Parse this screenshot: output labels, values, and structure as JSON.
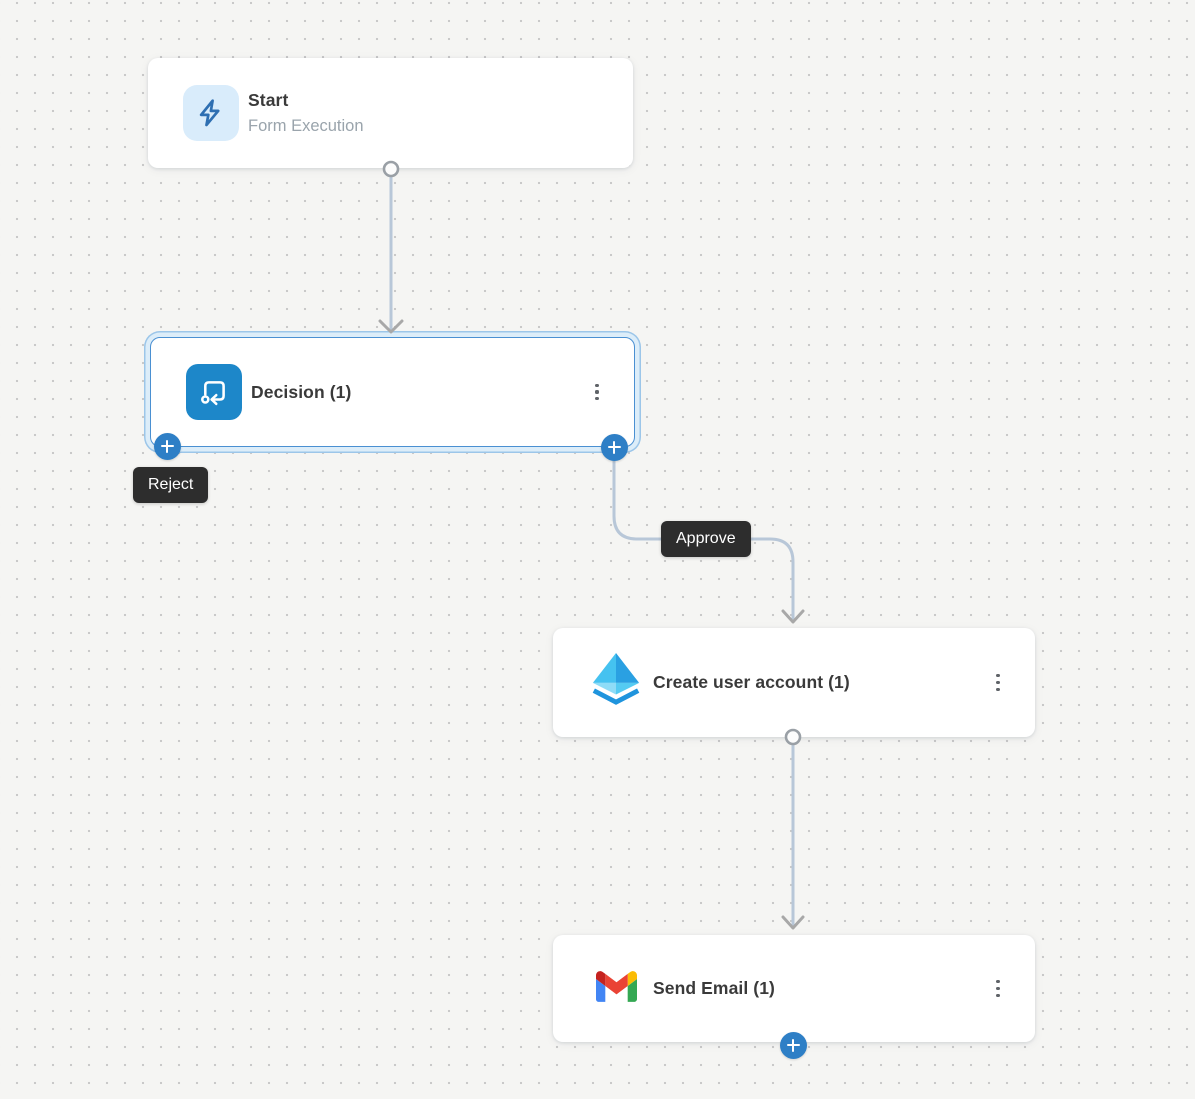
{
  "canvas": {
    "type": "workflow-builder"
  },
  "nodes": {
    "start": {
      "title": "Start",
      "subtitle": "Form Execution",
      "icon": "lightning-icon"
    },
    "decision": {
      "title": "Decision (1)",
      "icon": "decision-loop-icon",
      "state": "selected"
    },
    "create_user": {
      "title": "Create user account (1)",
      "icon": "zoho-creator-pyramid-icon"
    },
    "send_email": {
      "title": "Send Email (1)",
      "icon": "gmail-icon"
    }
  },
  "branch_labels": {
    "reject": "Reject",
    "approve": "Approve"
  },
  "colors": {
    "canvas_bg": "#f5f5f3",
    "grid_dot": "#c9c9c9",
    "accent_blue": "#2e7fc6",
    "selected_border": "#4a90d2",
    "selected_halo": "#dcedf9",
    "connector": "#b8c7d8",
    "arrowhead": "#a8a8a8",
    "branch_label_bg": "#2d2d2d",
    "decision_icon_bg": "#1d87c9",
    "start_icon_bg": "#d9ecfb",
    "start_icon_stroke": "#2e6fb2"
  }
}
